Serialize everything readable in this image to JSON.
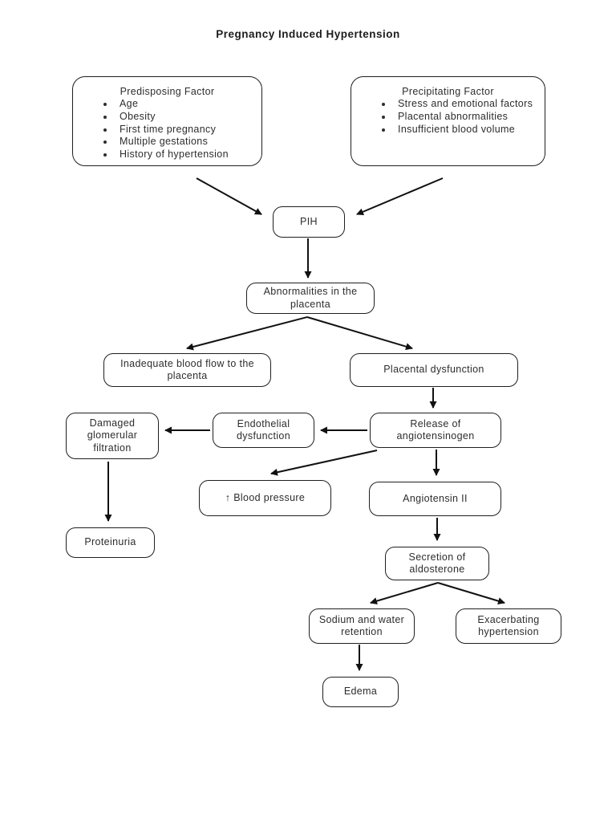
{
  "title": "Pregnancy Induced Hypertension",
  "factors": {
    "predisposing": {
      "heading": "Predisposing Factor",
      "items": [
        "Age",
        "Obesity",
        "First time pregnancy",
        "Multiple gestations",
        "History of hypertension"
      ]
    },
    "precipitating": {
      "heading": "Precipitating Factor",
      "items": [
        "Stress and emotional factors",
        "Placental abnormalities",
        "Insufficient blood volume"
      ]
    }
  },
  "nodes": {
    "pih": "PIH",
    "abnormalities": "Abnormalities in the placenta",
    "inadequate_flow": "Inadequate blood flow to the placenta",
    "placental_dysfunction": "Placental dysfunction",
    "release_angiotensinogen": "Release of angiotensinogen",
    "endothelial_dysfunction": "Endothelial dysfunction",
    "damaged_glomerular": "Damaged glomerular filtration",
    "blood_pressure": "↑ Blood pressure",
    "proteinuria": "Proteinuria",
    "angiotensin_ii": "Angiotensin II",
    "secretion_aldosterone": "Secretion of aldosterone",
    "sodium_retention": "Sodium and water retention",
    "exacerbating_hypertension": "Exacerbating hypertension",
    "edema": "Edema"
  },
  "edges": [
    {
      "from": "predisposing",
      "to": "pih"
    },
    {
      "from": "precipitating",
      "to": "pih"
    },
    {
      "from": "pih",
      "to": "abnormalities"
    },
    {
      "from": "abnormalities",
      "to": "inadequate_flow"
    },
    {
      "from": "abnormalities",
      "to": "placental_dysfunction"
    },
    {
      "from": "placental_dysfunction",
      "to": "release_angiotensinogen"
    },
    {
      "from": "release_angiotensinogen",
      "to": "endothelial_dysfunction"
    },
    {
      "from": "endothelial_dysfunction",
      "to": "damaged_glomerular"
    },
    {
      "from": "damaged_glomerular",
      "to": "proteinuria"
    },
    {
      "from": "release_angiotensinogen",
      "to": "blood_pressure"
    },
    {
      "from": "release_angiotensinogen",
      "to": "angiotensin_ii"
    },
    {
      "from": "angiotensin_ii",
      "to": "secretion_aldosterone"
    },
    {
      "from": "secretion_aldosterone",
      "to": "sodium_retention"
    },
    {
      "from": "secretion_aldosterone",
      "to": "exacerbating_hypertension"
    },
    {
      "from": "sodium_retention",
      "to": "edema"
    }
  ],
  "colors": {
    "background": "#ffffff",
    "box_border": "#1f1f1f",
    "text": "#2d2d2d",
    "arrow": "#111111"
  }
}
